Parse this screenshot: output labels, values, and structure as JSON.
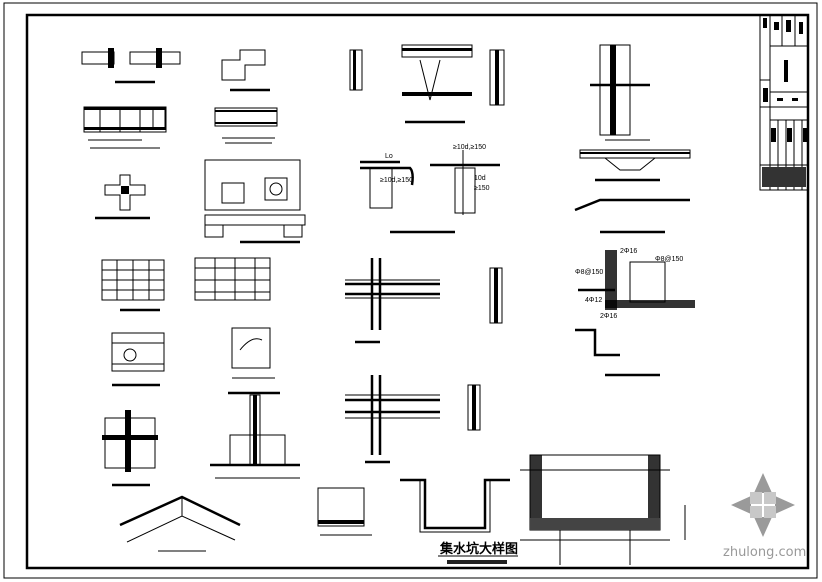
{
  "drawing": {
    "title": "集水坑大样图",
    "labels": {
      "anchor_length": "Lo",
      "min_anchor_left": "≥10d,≥150",
      "min_anchor_right": "≥10d,≥150",
      "ten_d": "10d",
      "min_150": "≥150",
      "bar_2phi16": "2Φ16",
      "stirrup_1": "Φ8@150",
      "stirrup_2": "Φ8@150",
      "bar_4phi12": "4Φ12",
      "bar_2phi16b": "2Φ16"
    }
  },
  "watermark": {
    "text": "zhulong.com",
    "colors": {
      "light": "#c8c8c8",
      "dark": "#9a9a9a"
    }
  }
}
